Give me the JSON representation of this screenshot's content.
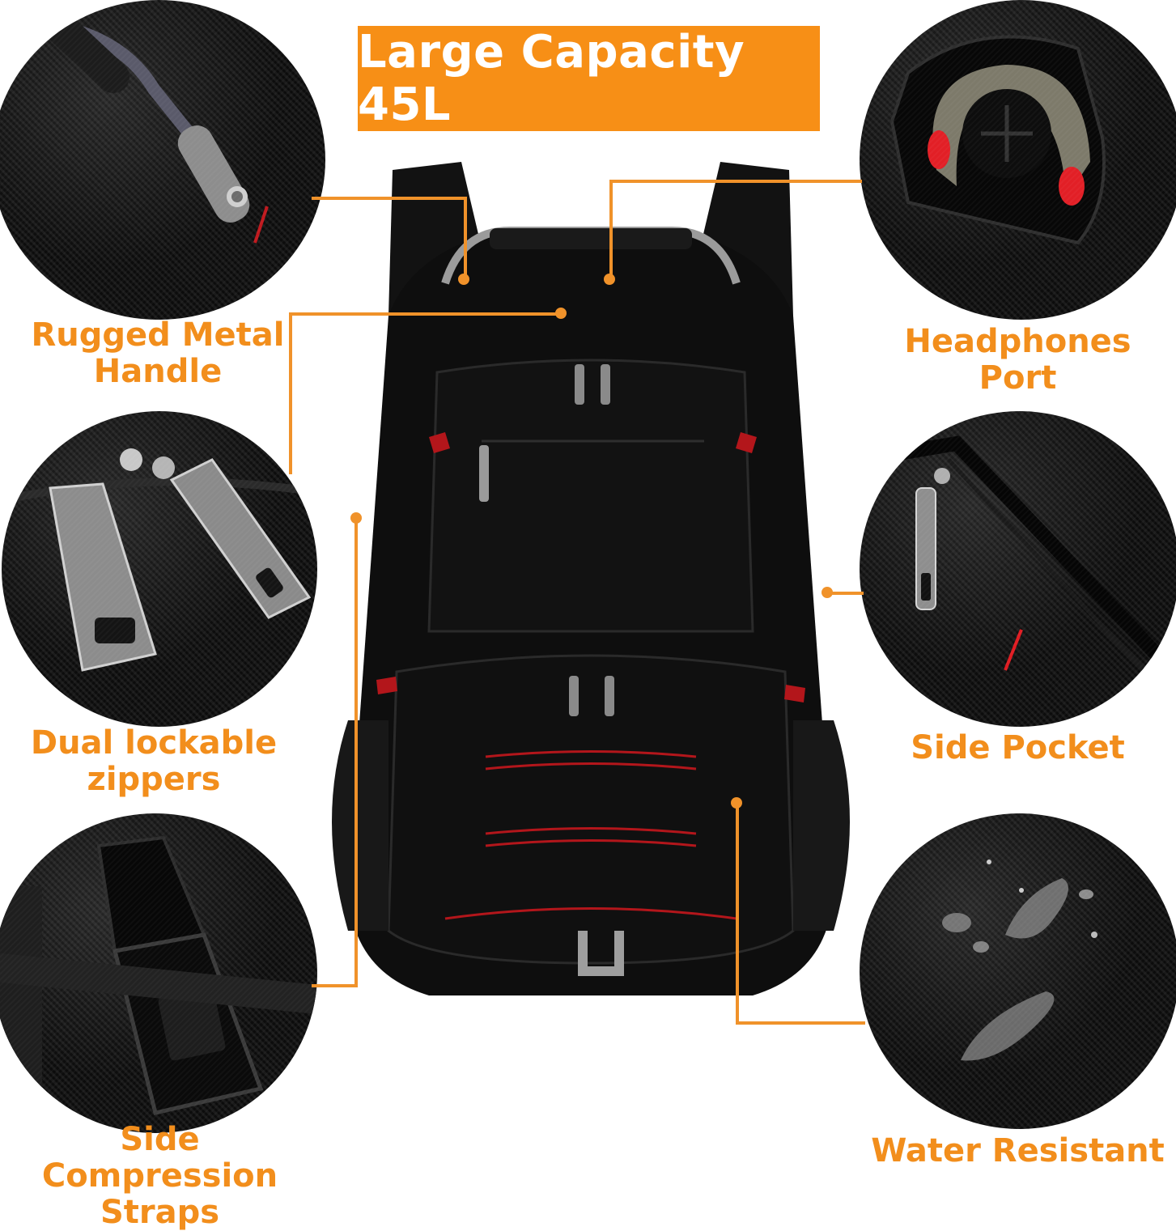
{
  "banner": {
    "title": "Large Capacity 45L",
    "background_color": "#f78f16",
    "text_color": "#ffffff"
  },
  "accent_color": "#f28e1c",
  "features": [
    {
      "id": "rugged-metal-handle",
      "label_line1": "Rugged Metal",
      "label_line2": "Handle",
      "side": "left",
      "icon": "metal-handle-icon"
    },
    {
      "id": "dual-lockable-zippers",
      "label_line1": "Dual lockable",
      "label_line2": "zippers",
      "side": "left",
      "icon": "zipper-pulls-icon"
    },
    {
      "id": "side-compression-straps",
      "label_line1": "Side Compression",
      "label_line2": "Straps",
      "side": "left",
      "icon": "buckle-icon"
    },
    {
      "id": "headphones-port",
      "label_line1": "Headphones Port",
      "label_line2": "",
      "side": "right",
      "icon": "headphone-port-icon"
    },
    {
      "id": "side-pocket",
      "label_line1": "Side Pocket",
      "label_line2": "",
      "side": "right",
      "icon": "side-pocket-zipper-icon"
    },
    {
      "id": "water-resistant",
      "label_line1": "Water Resistant",
      "label_line2": "",
      "side": "right",
      "icon": "water-droplets-icon"
    }
  ],
  "product": {
    "name": "backpack",
    "body_color": "#0e0e0e",
    "trim_color": "#b3161b"
  }
}
